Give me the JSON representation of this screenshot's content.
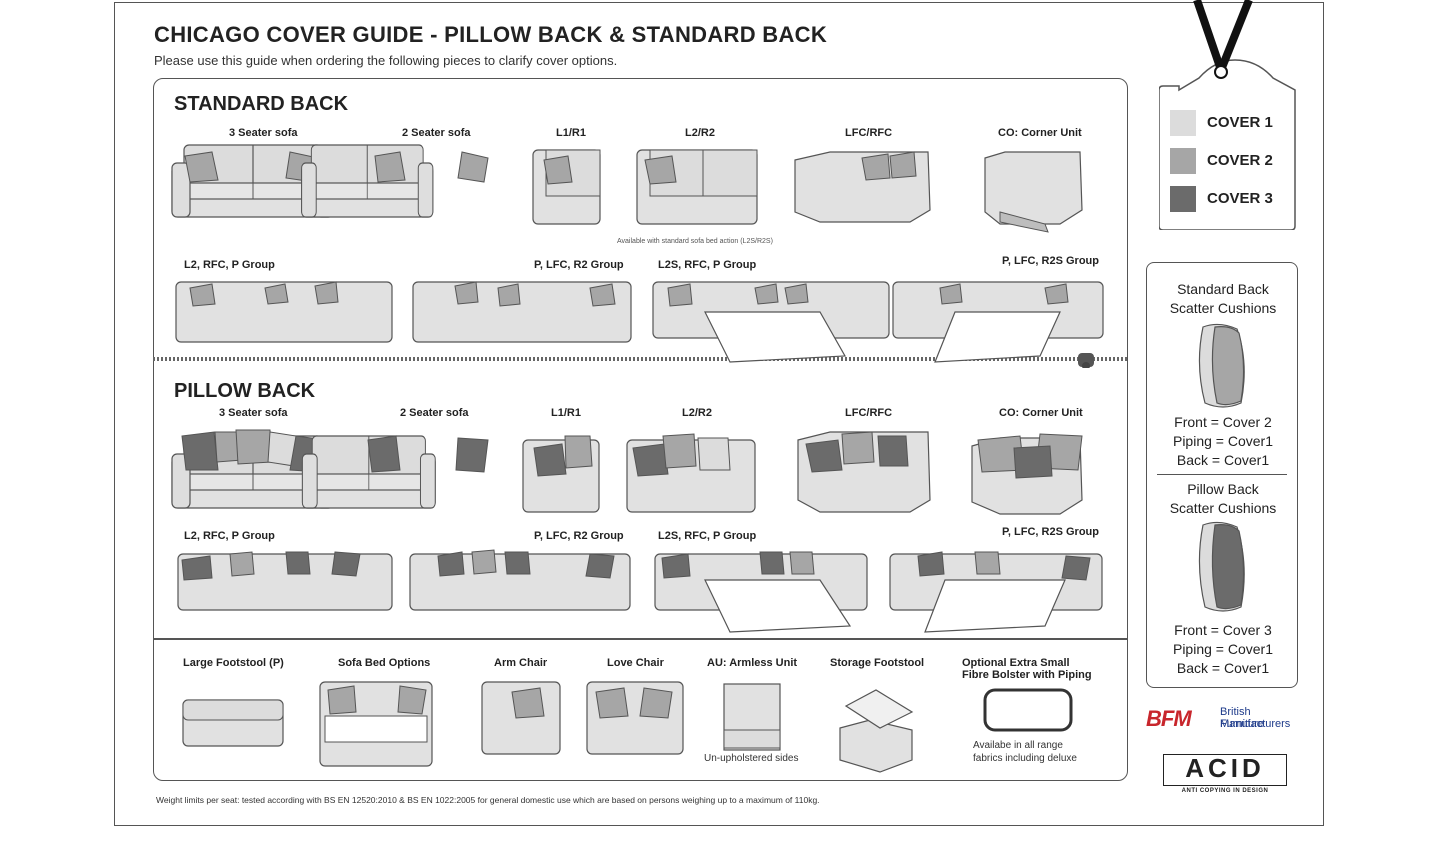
{
  "header": {
    "title": "CHICAGO COVER GUIDE - PILLOW BACK & STANDARD BACK",
    "subtitle": "Please use this guide when ordering the following pieces to clarify cover options."
  },
  "standard_back": {
    "heading": "STANDARD BACK",
    "row1": [
      "3 Seater sofa",
      "2 Seater sofa",
      "L1/R1",
      "L2/R2",
      "LFC/RFC",
      "CO: Corner Unit"
    ],
    "note": "Available with standard sofa bed action (L2S/R2S)",
    "row2": [
      "L2, RFC, P Group",
      "P, LFC, R2 Group",
      "L2S, RFC, P Group",
      "P, LFC, R2S Group"
    ]
  },
  "pillow_back": {
    "heading": "PILLOW BACK",
    "row1": [
      "3 Seater sofa",
      "2 Seater sofa",
      "L1/R1",
      "L2/R2",
      "LFC/RFC",
      "CO: Corner Unit"
    ],
    "row2": [
      "L2, RFC, P Group",
      "P, LFC, R2 Group",
      "L2S, RFC, P Group",
      "P, LFC, R2S Group"
    ]
  },
  "extras": {
    "labels": [
      "Large Footstool (P)",
      "Sofa Bed Options",
      "Arm Chair",
      "Love Chair",
      "AU: Armless Unit",
      "Storage Footstool"
    ],
    "bolster_line1": "Optional Extra Small",
    "bolster_line2": "Fibre Bolster with Piping",
    "armless_note": "Un-upholstered sides",
    "bolster_note1": "Availabe in all range",
    "bolster_note2": "fabrics including deluxe"
  },
  "legend": {
    "covers": [
      {
        "label": "COVER 1",
        "color": "#dcdcdc"
      },
      {
        "label": "COVER 2",
        "color": "#a6a6a6"
      },
      {
        "label": "COVER 3",
        "color": "#6b6b6b"
      }
    ]
  },
  "scatter": {
    "standard_title1": "Standard Back",
    "standard_title2": "Scatter Cushions",
    "standard_front": "Front = Cover 2",
    "standard_piping": "Piping = Cover1",
    "standard_back": "Back = Cover1",
    "pillow_title1": "Pillow Back",
    "pillow_title2": "Scatter Cushions",
    "pillow_front": "Front = Cover 3",
    "pillow_piping": "Piping = Cover1",
    "pillow_back": "Back = Cover1"
  },
  "logos": {
    "bfm_mark": "BFM",
    "bfm_line1": "British Furniture",
    "bfm_line2": "Manufacturers",
    "acid_mark": "ACID",
    "acid_sub": "ANTI COPYING IN DESIGN"
  },
  "footer": {
    "text": "Weight limits per seat: tested according with BS EN 12520:2010 & BS EN 1022:2005 for general domestic use which are based on persons weighing up to a maximum of 110kg."
  }
}
